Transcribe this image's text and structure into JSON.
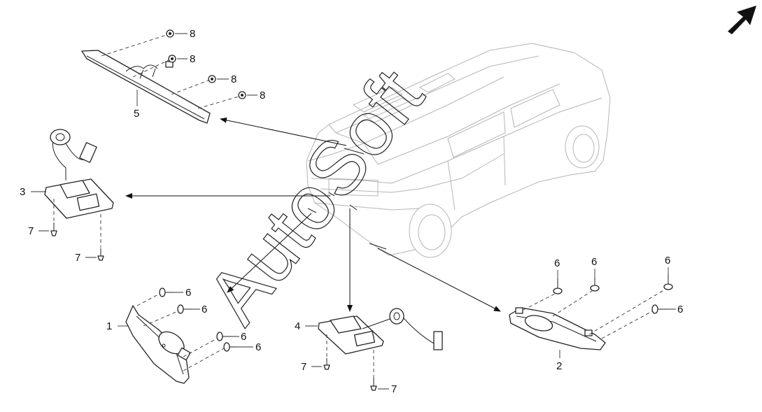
{
  "callouts": {
    "c1": "1",
    "c2": "2",
    "c3": "3",
    "c4": "4",
    "c5": "5",
    "c6": "6",
    "c7": "7",
    "c8": "8"
  },
  "watermark": "AutoSoft",
  "icons": {
    "direction": "front-direction-arrow-icon"
  },
  "colors": {
    "line": "#222222",
    "vehicle": "#b5b5b5"
  }
}
